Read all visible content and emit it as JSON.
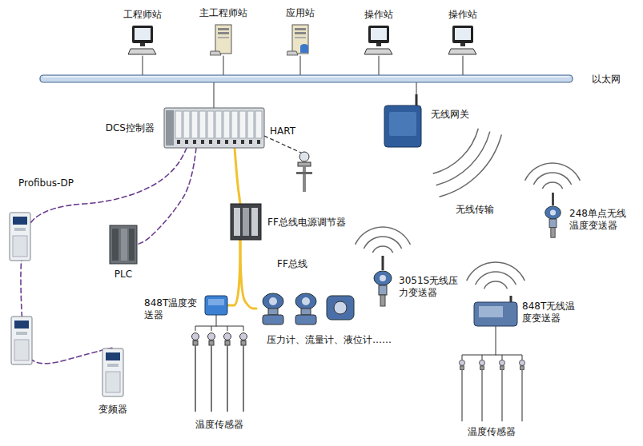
{
  "diagram": {
    "nodes": [
      {
        "text": [
          "工程师站"
        ]
      },
      {
        "text": [
          "主工程师站"
        ]
      },
      {
        "text": [
          "应用站"
        ]
      },
      {
        "text": [
          "操作站"
        ]
      },
      {
        "text": [
          "操作站"
        ]
      },
      {
        "text": [
          "以太网"
        ]
      },
      {
        "text": [
          "DCS控制器"
        ]
      },
      {
        "text": [
          "无线网关"
        ]
      },
      {
        "text": [
          "PLC"
        ]
      },
      {
        "text": [
          "FF总线电源调节器"
        ]
      },
      {
        "text": [
          "248单点无线温度变送器"
        ]
      },
      {
        "text": [
          "3051S无线压力变送器"
        ]
      },
      {
        "text": [
          "848T温度变送器"
        ]
      },
      {
        "text": [
          "压力计、流量计、液位计……"
        ]
      },
      {
        "text": [
          "848T无线温度变送器"
        ]
      },
      {
        "text": [
          "变频器"
        ]
      },
      {
        "text": [
          "温度传感器"
        ]
      },
      {
        "text": [
          "温度传感器"
        ]
      }
    ],
    "edges": [
      {
        "from": 0,
        "to": 5,
        "arrow": "none"
      },
      {
        "from": 1,
        "to": 5,
        "arrow": "none"
      },
      {
        "from": 2,
        "to": 5,
        "arrow": "none"
      },
      {
        "from": 3,
        "to": 5,
        "arrow": "none"
      },
      {
        "from": 4,
        "to": 5,
        "arrow": "none"
      },
      {
        "from": 6,
        "to": 5,
        "arrow": "none"
      },
      {
        "from": 7,
        "to": 5,
        "arrow": "none"
      },
      {
        "from": 6,
        "to": 8,
        "arrow": "none"
      },
      {
        "from": 6,
        "to": 15,
        "arrow": "none"
      },
      {
        "from": 6,
        "to": 9,
        "arrow": "none"
      },
      {
        "from": 9,
        "to": 12,
        "arrow": "none"
      },
      {
        "from": 9,
        "to": 13,
        "arrow": "none"
      },
      {
        "from": 12,
        "to": 16,
        "arrow": "none"
      },
      {
        "from": 14,
        "to": 17,
        "arrow": "none"
      }
    ],
    "labels": [
      "HART",
      "Profibus-DP",
      "FF总线",
      "无线传输"
    ]
  }
}
